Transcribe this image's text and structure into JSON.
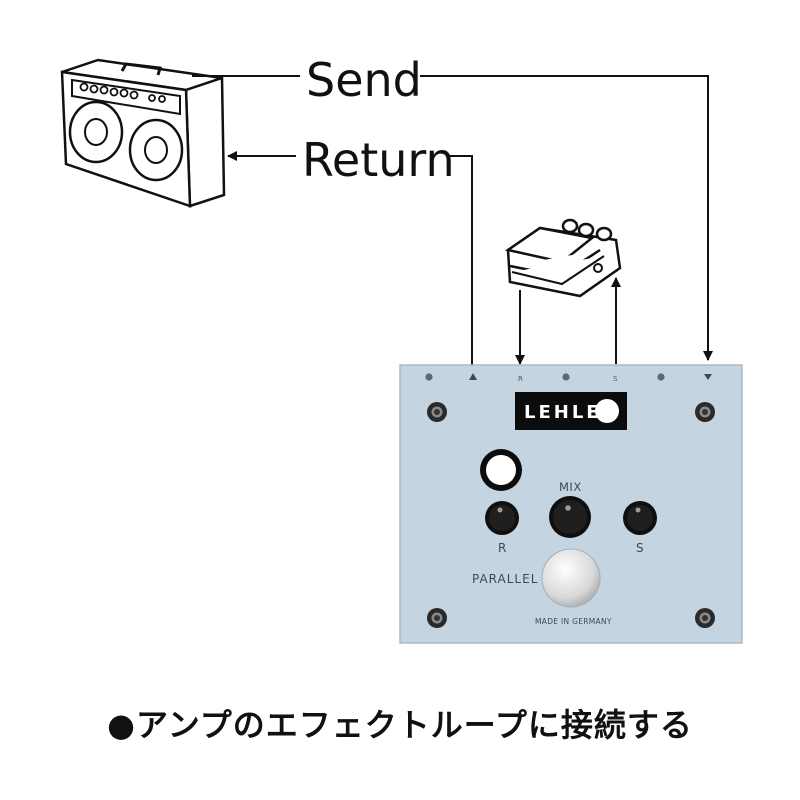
{
  "labels": {
    "send": "Send",
    "return": "Return"
  },
  "pedal": {
    "brand": "LEHLE",
    "mix_label": "MIX",
    "r_label": "R",
    "s_label": "S",
    "mode_label": "PARALLEL",
    "made_in": "MADE IN GERMANY",
    "jack_r": "R",
    "jack_s": "S",
    "body_color": "#c4d5e1"
  },
  "caption": "●アンプのエフェクトループに接続する"
}
